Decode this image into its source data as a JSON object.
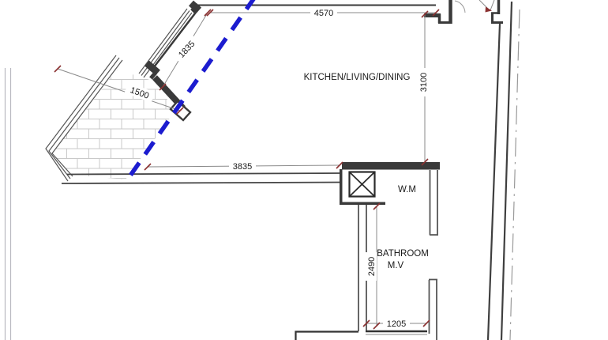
{
  "rooms": {
    "kitchen": "KITCHEN/LIVING/DINING",
    "bathroom": "BATHROOM",
    "mechanical_vent": "M.V",
    "washing_machine": "W.M"
  },
  "dimensions": {
    "top_width": "4570",
    "upper_window": "1835",
    "lower_window": "1500",
    "kitchen_depth": "3100",
    "kitchen_bottom_width": "3835",
    "bathroom_depth": "2490",
    "bathroom_width": "1205"
  },
  "colors": {
    "background": "#ffffff",
    "wall": "#3a3a3a",
    "line": "#555555",
    "dim_line": "#8a8a8a",
    "tick": "#8b3232",
    "blue_dashed": "#1c1ccf",
    "centerline": "#9a9a9a",
    "hatch": "#c9c9c9",
    "text": "#1a1a1a",
    "margin_line": "#b8b8c0"
  }
}
